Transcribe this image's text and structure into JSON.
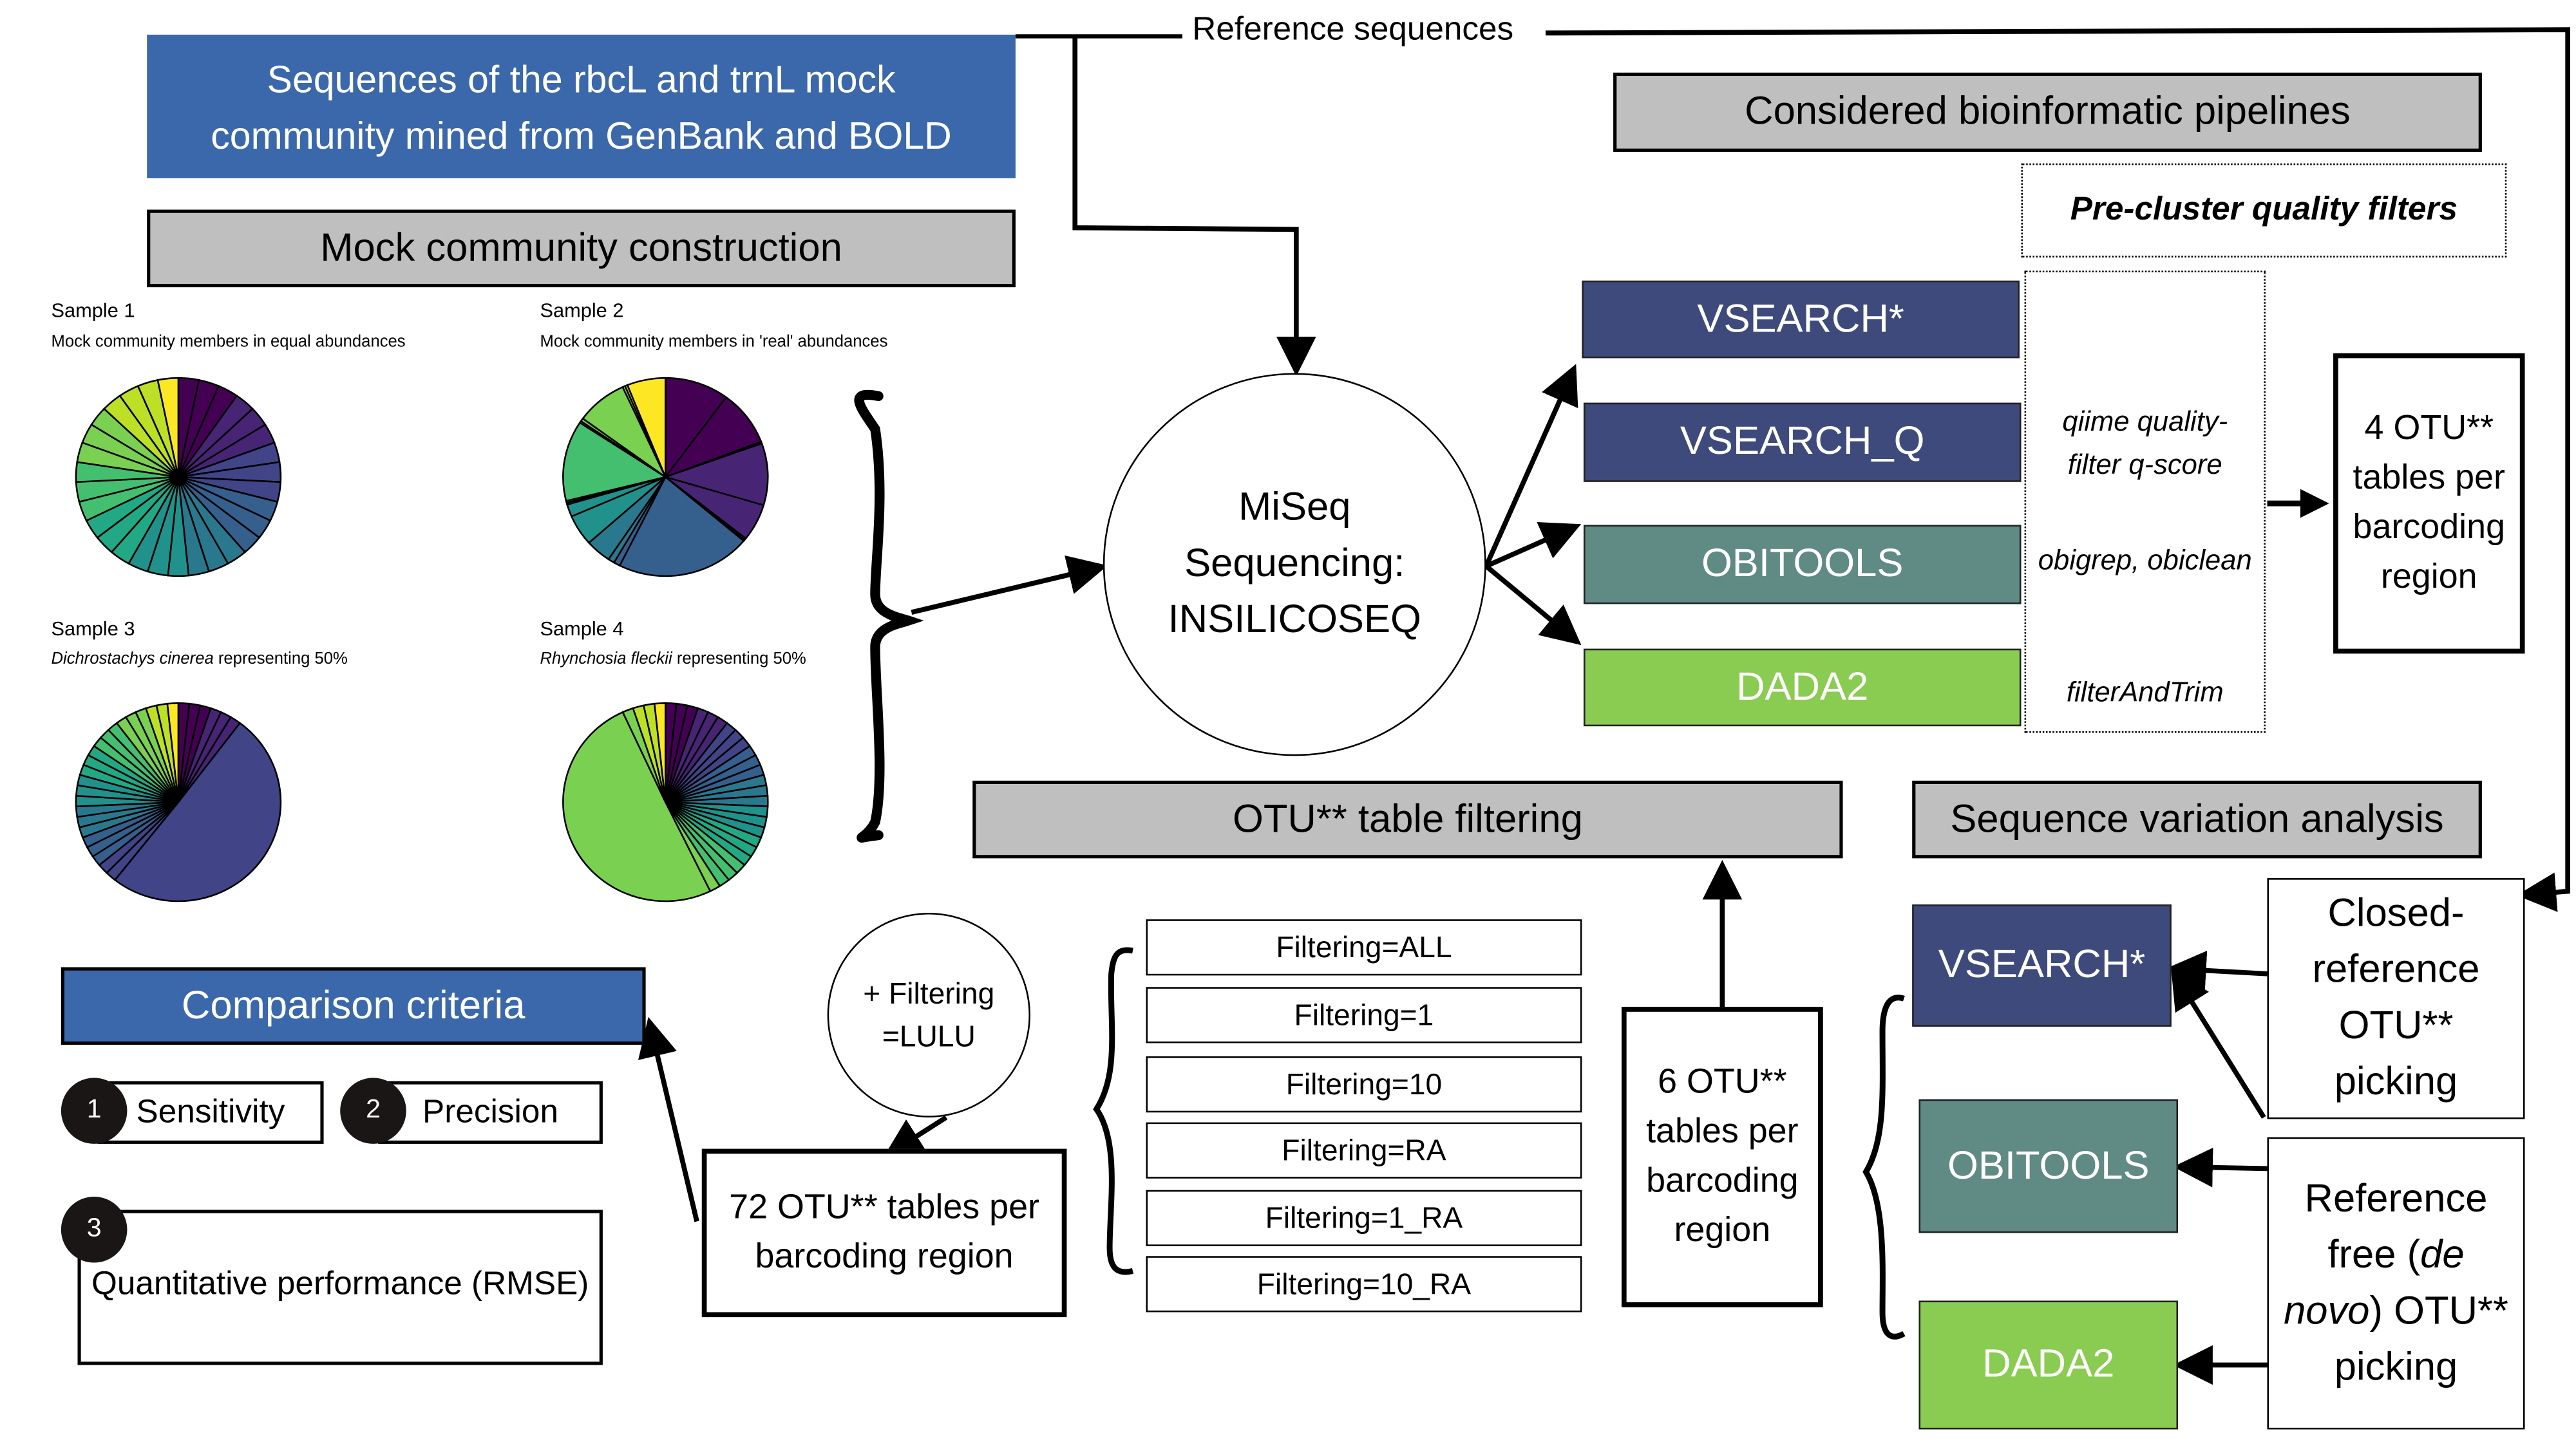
{
  "reference_label": "Reference sequences",
  "source_box": {
    "line1": "Sequences of the rbcL and trnL mock",
    "line2": "community mined from GenBank and BOLD"
  },
  "mock_header": "Mock community construction",
  "samples": [
    {
      "title": "Sample 1",
      "subtitle": "Mock community members in equal abundances",
      "subtitle_italic": ""
    },
    {
      "title": "Sample 2",
      "subtitle": "Mock community members in 'real' abundances",
      "subtitle_italic": ""
    },
    {
      "title": "Sample 3",
      "subtitle_italic": "Dichrostachys cinerea",
      "subtitle": " representing 50%"
    },
    {
      "title": "Sample 4",
      "subtitle_italic": "Rhynchosia fleckii",
      "subtitle": " representing 50%"
    }
  ],
  "miseq": {
    "line1": "MiSeq",
    "line2": "Sequencing:",
    "line3": "INSILICOSEQ"
  },
  "pipelines_header": "Considered bioinformatic pipelines",
  "prefilter_header": "Pre-cluster quality filters",
  "pipelines": [
    {
      "name": "VSEARCH*",
      "filter": ""
    },
    {
      "name": "VSEARCH_Q",
      "filter_line1": "qiime quality-",
      "filter_line2": "filter q-score"
    },
    {
      "name": "OBITOOLS",
      "filter": "obigrep, obiclean"
    },
    {
      "name": "DADA2",
      "filter": "filterAndTrim"
    }
  ],
  "four_otu": {
    "line1": "4 OTU**",
    "line2": "tables per",
    "line3": "barcoding",
    "line4": "region"
  },
  "otu_filter_header": "OTU** table filtering",
  "seqvar_header": "Sequence variation analysis",
  "lulu": {
    "line1": "+ Filtering",
    "line2": "=LULU"
  },
  "filters": [
    "Filtering=ALL",
    "Filtering=1",
    "Filtering=10",
    "Filtering=RA",
    "Filtering=1_RA",
    "Filtering=10_RA"
  ],
  "seventy_two": {
    "line1": "72 OTU** tables per",
    "line2": "barcoding region"
  },
  "six_otu": {
    "line1": "6 OTU**",
    "line2": "tables per",
    "line3": "barcoding",
    "line4": "region"
  },
  "seqvar_pipelines": [
    "VSEARCH*",
    "OBITOOLS",
    "DADA2"
  ],
  "closed_ref": {
    "line1": "Closed-",
    "line2": "reference",
    "line3": "OTU**",
    "line4": "picking"
  },
  "ref_free": {
    "line1": "Reference",
    "line2a": "free (",
    "line2i": "de",
    "line3i": "novo",
    "line3b": ") OTU**",
    "line4": "picking"
  },
  "comparison": {
    "header": "Comparison criteria",
    "criteria": [
      {
        "num": "1",
        "label": "Sensitivity"
      },
      {
        "num": "2",
        "label": "Precision"
      },
      {
        "num": "3",
        "label": "Quantitative performance (RMSE)"
      }
    ]
  },
  "colors": {
    "blue": "#3a68ab",
    "grey": "#bfbfbf",
    "vsearch": "#3f4a7c",
    "obitools": "#608a84",
    "dada2": "#8acb52"
  },
  "chart_data": [
    {
      "type": "pie",
      "title": "Sample 1",
      "values": [
        1,
        1,
        1,
        1,
        1,
        1,
        1,
        1,
        1,
        1,
        1,
        1,
        1,
        1,
        1,
        1,
        1,
        1,
        1,
        1,
        1,
        1,
        1,
        1,
        1,
        1,
        1,
        1,
        1,
        1,
        1
      ]
    },
    {
      "type": "pie",
      "title": "Sample 2",
      "values": [
        10,
        9,
        0.3,
        10,
        6,
        0.3,
        0.2,
        21,
        1,
        1,
        4,
        5,
        2,
        0.3,
        0.3,
        13,
        0.3,
        0.5,
        8,
        0.4,
        0.4,
        6
      ]
    },
    {
      "type": "pie",
      "title": "Sample 3",
      "values": [
        1.7,
        1.7,
        1.7,
        1.7,
        1.7,
        1.7,
        50,
        1.7,
        1.7,
        1.7,
        1.7,
        1.7,
        1.7,
        1.7,
        1.7,
        1.7,
        1.7,
        1.7,
        1.7,
        1.7,
        1.7,
        1.7,
        1.7,
        1.7,
        1.7,
        1.7,
        1.7,
        1.7,
        1.7,
        1.7
      ]
    },
    {
      "type": "pie",
      "title": "Sample 4",
      "values": [
        1.7,
        1.7,
        1.7,
        1.7,
        1.7,
        1.7,
        1.7,
        1.7,
        1.7,
        1.7,
        1.7,
        1.7,
        1.7,
        1.7,
        1.7,
        1.7,
        1.7,
        1.7,
        1.7,
        1.7,
        1.7,
        1.7,
        1.7,
        1.7,
        1.7,
        50,
        1.7,
        1.7,
        1.7,
        1.7
      ]
    }
  ]
}
